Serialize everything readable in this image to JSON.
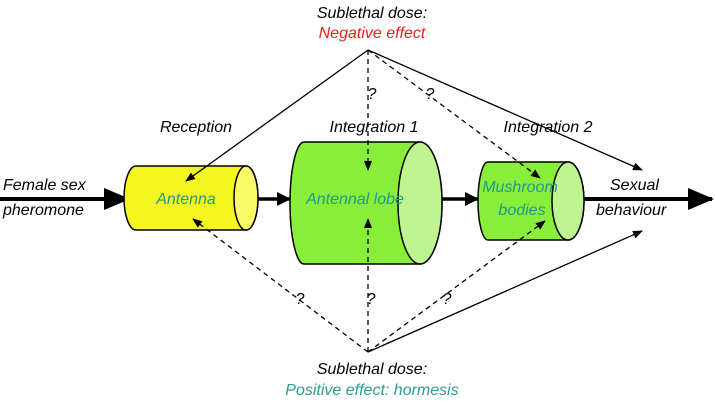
{
  "top": {
    "title": "Sublethal dose:",
    "effect": "Negative effect",
    "effect_color": "#e8231d"
  },
  "bottom": {
    "title": "Sublethal dose:",
    "effect": "Positive effect: hormesis",
    "effect_color": "#2a9d8f"
  },
  "stages": {
    "reception": "Reception",
    "integration1": "Integration 1",
    "integration2": "Integration 2"
  },
  "input": {
    "line1": "Female sex",
    "line2": "pheromone"
  },
  "output": {
    "line1": "Sexual",
    "line2": "behaviour"
  },
  "nodes": {
    "antenna": {
      "label": "Antenna",
      "fill": "#f5f520",
      "cap": "#fbfb6a",
      "label_color": "#1e9a8a"
    },
    "antennal_lobe": {
      "label": "Antennal lobe",
      "fill": "#88ee3a",
      "cap": "#bff590",
      "label_color": "#1e9a8a"
    },
    "mushroom_bodies": {
      "label_line1": "Mushroom",
      "label_line2": "bodies",
      "fill": "#88ee3a",
      "cap": "#bff590",
      "label_color": "#1e9a8a"
    }
  },
  "question_mark": "?"
}
